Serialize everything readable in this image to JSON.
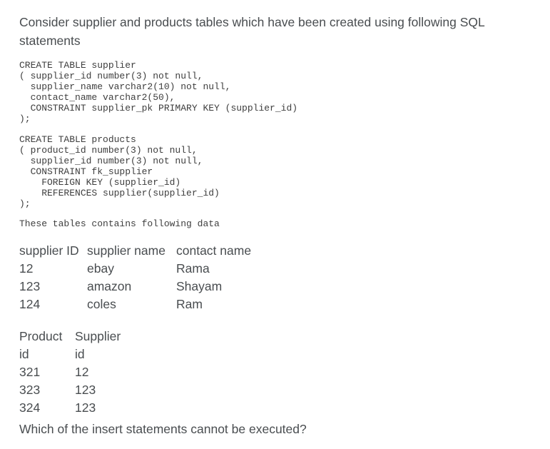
{
  "page": {
    "intro_lines": [
      "Consider supplier and products tables which have been created using following SQL",
      "statements"
    ],
    "question": "Which of the insert statements cannot be executed?"
  },
  "sql": {
    "supplier_ddl": "CREATE TABLE supplier\n( supplier_id number(3) not null,\n  supplier_name varchar2(10) not null,\n  contact_name varchar2(50),\n  CONSTRAINT supplier_pk PRIMARY KEY (supplier_id)\n);",
    "products_ddl": "CREATE TABLE products\n( product_id number(3) not null,\n  supplier_id number(3) not null,\n  CONSTRAINT fk_supplier\n    FOREIGN KEY (supplier_id)\n    REFERENCES supplier(supplier_id)\n);",
    "data_note": "These tables contains following data"
  },
  "supplier_table": {
    "headers": [
      "supplier ID",
      "supplier name",
      "contact name"
    ],
    "rows": [
      [
        "12",
        "ebay",
        "Rama"
      ],
      [
        "123",
        "amazon",
        "Shayam"
      ],
      [
        "124",
        "coles",
        "Ram"
      ]
    ]
  },
  "products_table": {
    "headers": [
      "Product\nid",
      "Supplier\nid"
    ],
    "rows": [
      [
        "321",
        "12"
      ],
      [
        "323",
        "123"
      ],
      [
        "324",
        "123"
      ]
    ]
  },
  "colors": {
    "text": "#494d50",
    "code_text": "#3e3e3e",
    "background": "#ffffff"
  }
}
